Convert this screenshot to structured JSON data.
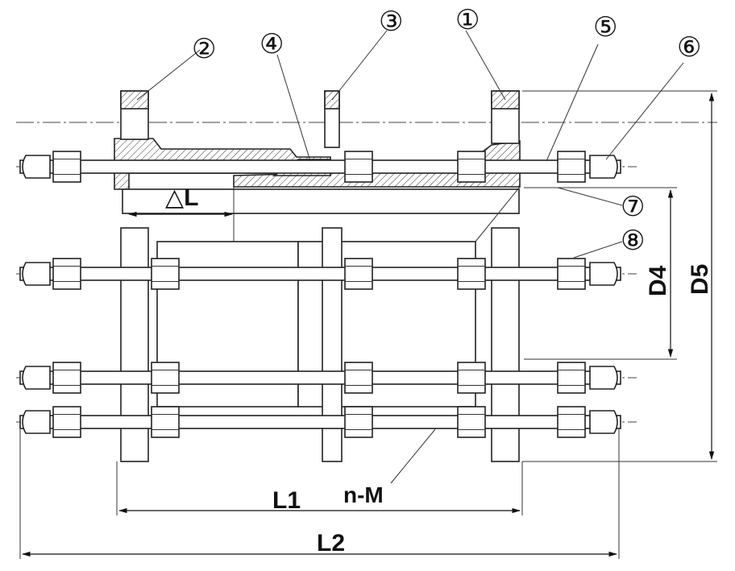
{
  "callouts": [
    "①",
    "②",
    "③",
    "④",
    "⑤",
    "⑥",
    "⑦",
    "⑧"
  ],
  "dimensions": {
    "delta_l": "△L",
    "d4": "D4",
    "d5": "D5",
    "l1": "L1",
    "l2": "L2",
    "n_m": "n-M"
  }
}
